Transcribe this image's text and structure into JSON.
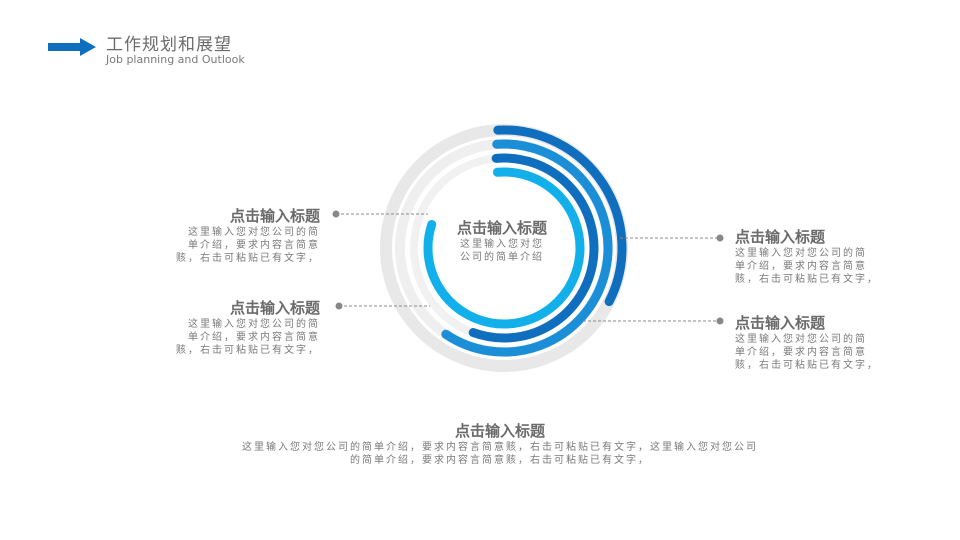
{
  "header": {
    "title": "工作规划和展望",
    "subtitle": "Job planning and Outlook",
    "arrow_icon": "right-arrow-icon"
  },
  "colors": {
    "dark_blue": "#0f6fbe",
    "mid_blue": "#1a8fd8",
    "light_blue": "#12b0ea",
    "ring_gray": "#e6e6e6",
    "connector": "#888888"
  },
  "center": {
    "heading": "点击输入标题",
    "line1": "这里输入您对您",
    "line2": "公司的简单介绍"
  },
  "left_top": {
    "heading": "点击输入标题",
    "line1": "这里输入您对您公司的简",
    "line2": "单介绍，要求内容言简意",
    "line3": "赅，右击可粘贴已有文字，"
  },
  "left_bottom": {
    "heading": "点击输入标题",
    "line1": "这里输入您对您公司的简",
    "line2": "单介绍，要求内容言简意",
    "line3": "赅，右击可粘贴已有文字，"
  },
  "right_top": {
    "heading": "点击输入标题",
    "line1": "这里输入您对您公司的简",
    "line2": "单介绍，要求内容言简意",
    "line3": "赅，右击可粘贴已有文字，"
  },
  "right_bottom": {
    "heading": "点击输入标题",
    "line1": "这里输入您对您公司的简",
    "line2": "单介绍，要求内容言简意",
    "line3": "赅，右击可粘贴已有文字，"
  },
  "bottom": {
    "heading": "点击输入标题",
    "line1": "这里输入您对您公司的简单介绍，要求内容言简意赅，右击可粘贴已有文字，这里输入您对您公司",
    "line2": "的简单介绍，要求内容言简意赅，右击可粘贴已有文字，"
  }
}
